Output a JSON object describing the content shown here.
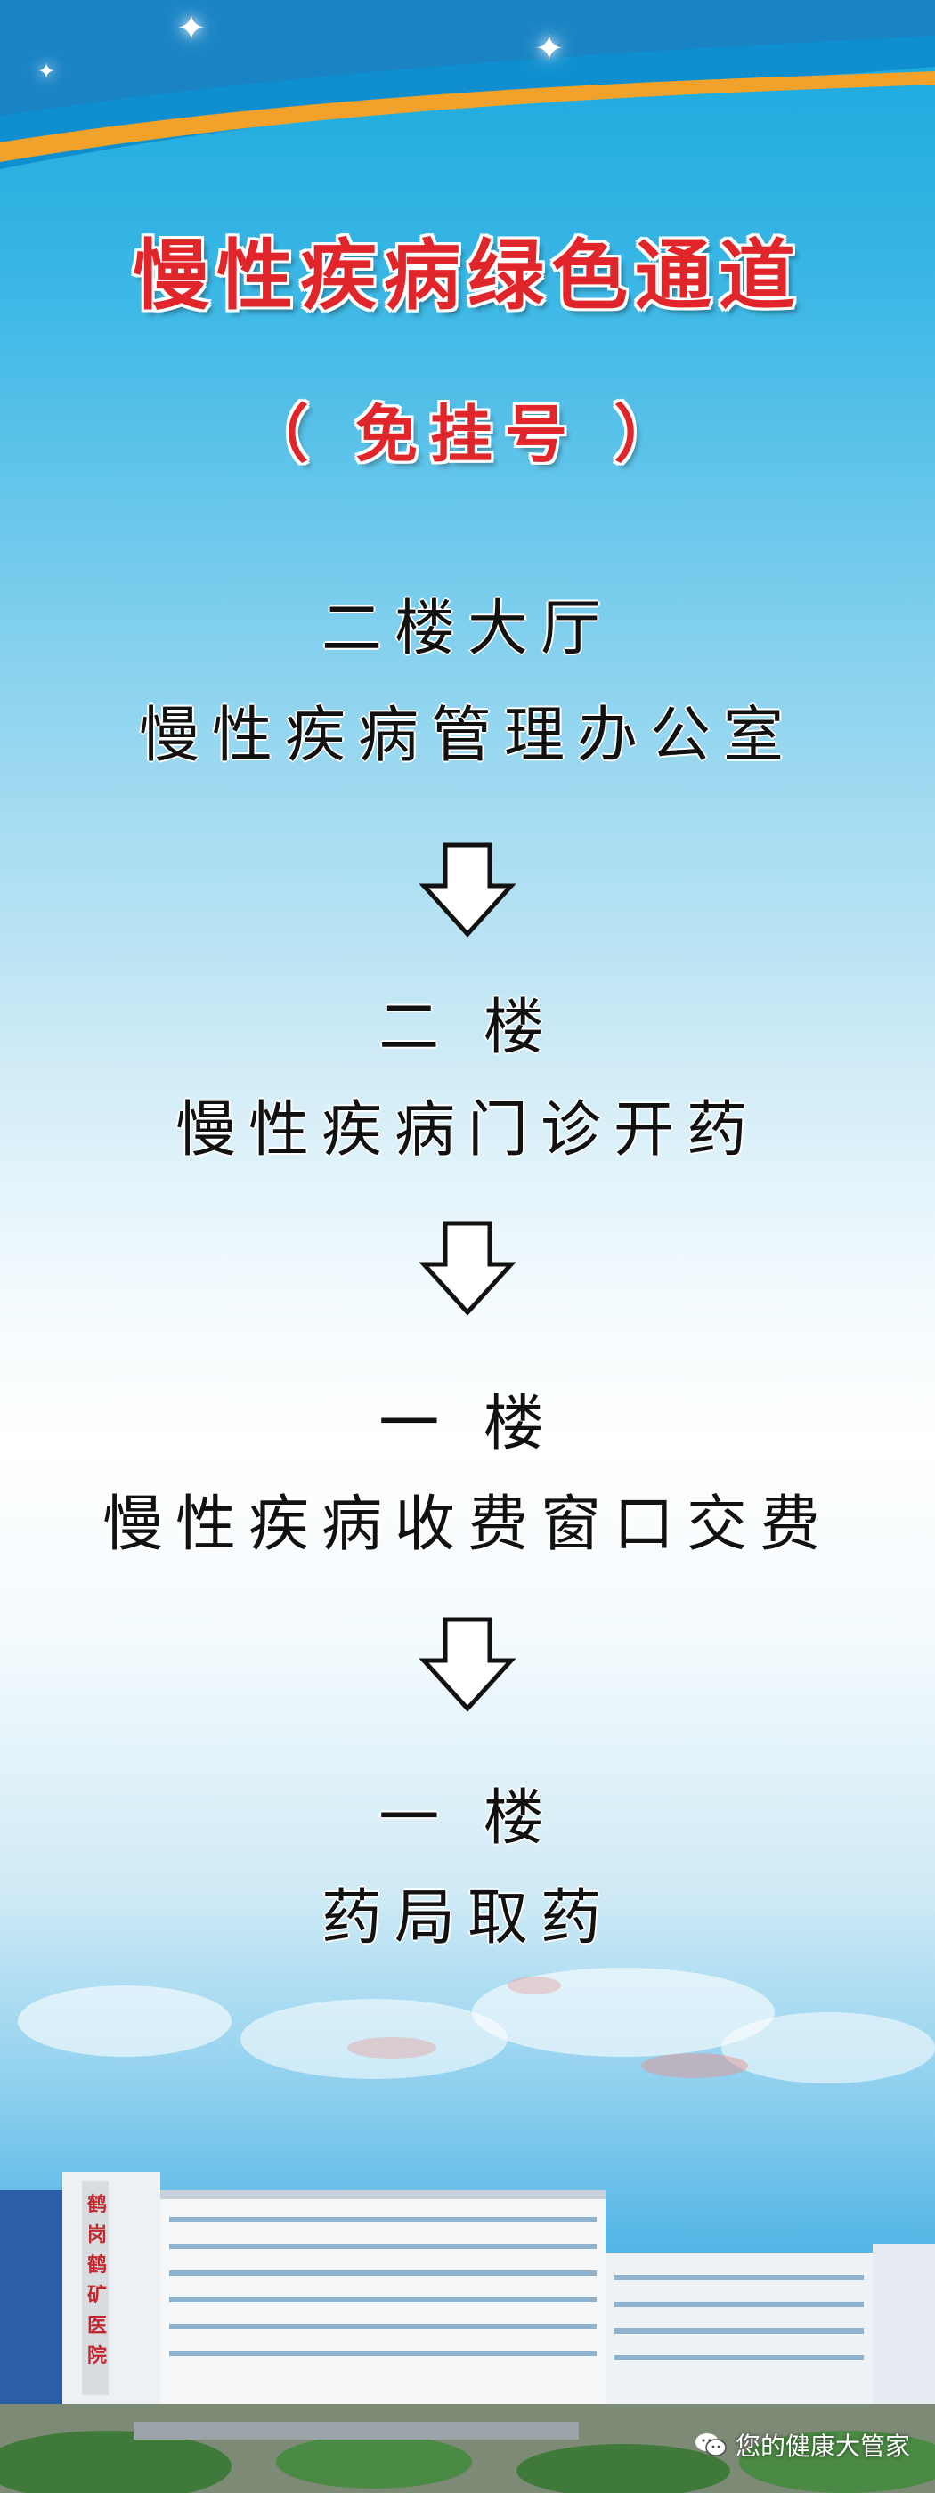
{
  "banner": {
    "title": "慢性疾病绿色通道",
    "subtitle": "（ 免挂号 ）"
  },
  "steps": [
    {
      "location": "二楼大厅",
      "action": "慢性疾病管理办公室"
    },
    {
      "location": "二 楼",
      "action": "慢性疾病门诊开药"
    },
    {
      "location": "一 楼",
      "action": "慢性疾病收费窗口交费"
    },
    {
      "location": "一 楼",
      "action": "药局取药"
    }
  ],
  "hospital_sign": "鹤岗鹤矿医院",
  "watermark": {
    "text": "您的健康大管家",
    "icon": "wechat-icon"
  },
  "colors": {
    "title_red": "#e0262b",
    "sky_blue": "#16a6dc",
    "band_orange": "#f2a22a",
    "text_black": "#111111"
  }
}
